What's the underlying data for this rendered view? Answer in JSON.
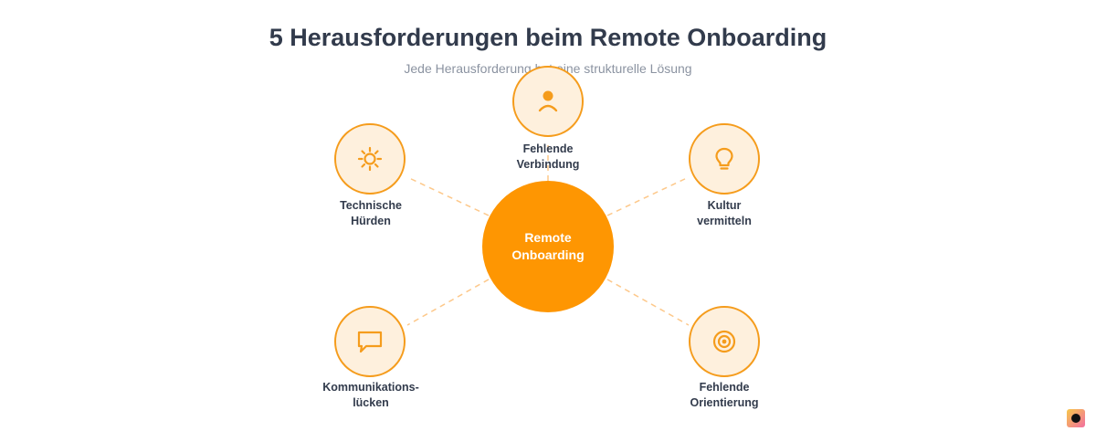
{
  "header": {
    "title": "5 Herausforderungen beim Remote Onboarding",
    "subtitle": "Jede Herausforderung hat eine strukturelle Lösung"
  },
  "colors": {
    "accent": "#fe9602",
    "node_fill": "#fef0dd",
    "node_border": "#f59c1c",
    "connector": "#fdc88a",
    "text": "#323b4c",
    "muted": "#8b93a1"
  },
  "center": {
    "line1": "Remote",
    "line2": "Onboarding"
  },
  "nodes": [
    {
      "id": "verbindung",
      "icon": "person-icon",
      "line1": "Fehlende",
      "line2": "Verbindung"
    },
    {
      "id": "kultur",
      "icon": "lightbulb-icon",
      "line1": "Kultur",
      "line2": "vermitteln"
    },
    {
      "id": "orientierung",
      "icon": "target-icon",
      "line1": "Fehlende",
      "line2": "Orientierung"
    },
    {
      "id": "kommunikation",
      "icon": "chat-bubble-icon",
      "line1": "Kommunikations-",
      "line2": "lücken"
    },
    {
      "id": "technik",
      "icon": "sun-gear-icon",
      "line1": "Technische",
      "line2": "Hürden"
    }
  ]
}
